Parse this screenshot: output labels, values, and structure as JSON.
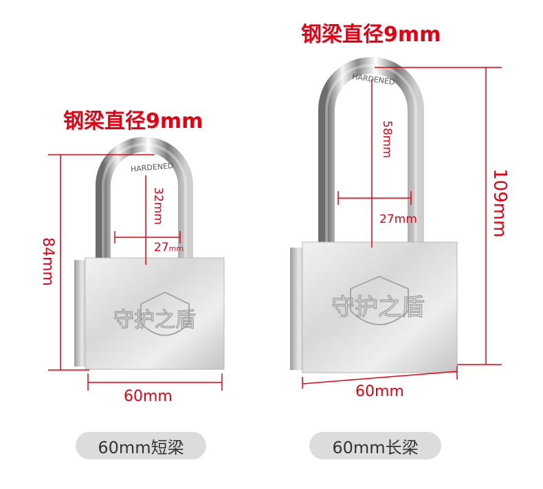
{
  "left_lock": {
    "beam_diameter_label": "钢梁直径9mm",
    "height_label": "84mm",
    "shackle_height_label": "32mm",
    "shackle_width_label_num": "27",
    "shackle_width_label_unit": "mm",
    "body_width_label": "60mm",
    "variant_label": "60mm短梁",
    "engraving": "守护之盾",
    "shackle_stamp": "HARDENED"
  },
  "right_lock": {
    "beam_diameter_label": "钢梁直径9mm",
    "height_label": "109mm",
    "shackle_height_label": "58mm",
    "shackle_width_label": "27mm",
    "body_width_label": "60mm",
    "variant_label": "60mm长梁",
    "engraving": "守护之盾",
    "shackle_stamp": "HARDENED"
  },
  "colors": {
    "dimension_red": "#e60012",
    "pill_gray": "#dcdcdc",
    "pill_text": "#333333"
  }
}
